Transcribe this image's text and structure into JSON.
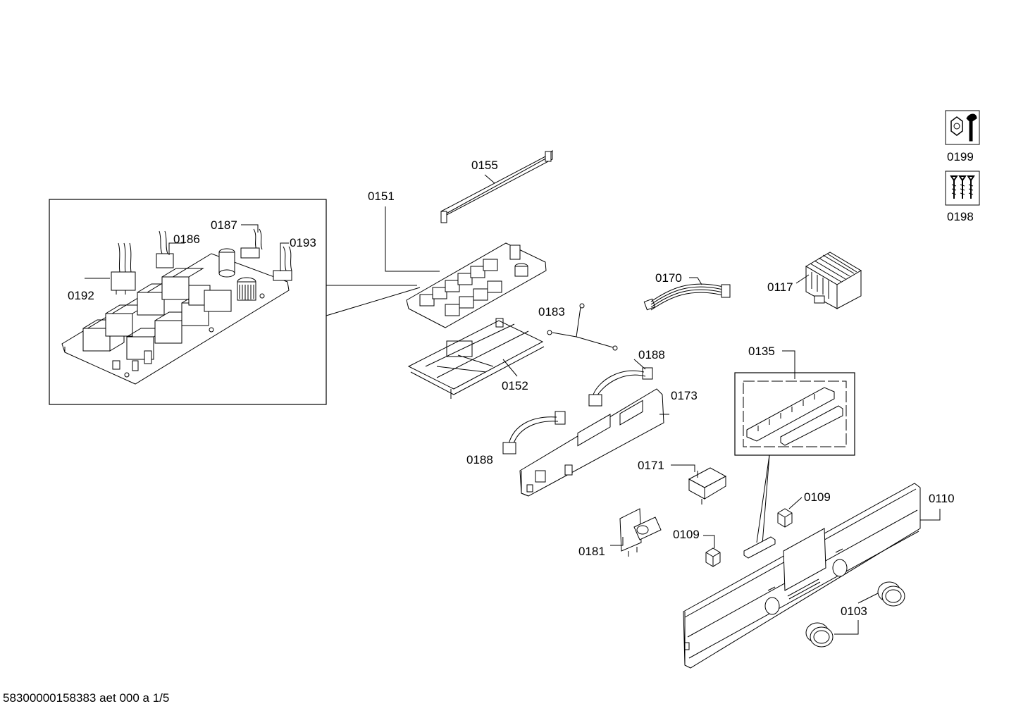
{
  "footer_code": "58300000158383 aet 000 a 1/5",
  "labels": {
    "p0151": "0151",
    "p0155": "0155",
    "p0187": "0187",
    "p0186": "0186",
    "p0193": "0193",
    "p0192": "0192",
    "p0170": "0170",
    "p0117": "0117",
    "p0183": "0183",
    "p0188a": "0188",
    "p0152": "0152",
    "p0173": "0173",
    "p0135": "0135",
    "p0188b": "0188",
    "p0171": "0171",
    "p0109a": "0109",
    "p0110": "0110",
    "p0109b": "0109",
    "p0181": "0181",
    "p0103": "0103",
    "p0199": "0199",
    "p0198": "0198"
  },
  "icons": {
    "tool_kit": "wrench-nut-icon",
    "screw_kit": "screws-icon"
  }
}
